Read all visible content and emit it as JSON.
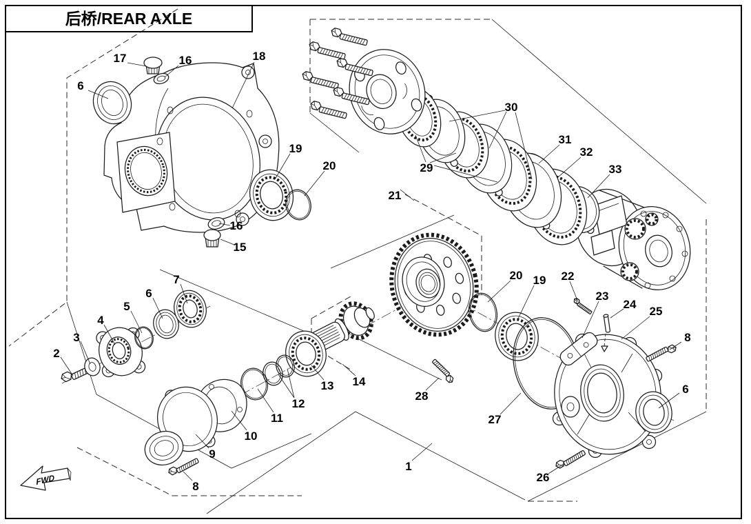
{
  "title": "后桥/REAR AXLE",
  "fwd_label": "FWD",
  "callouts": [
    {
      "num": "1"
    },
    {
      "num": "2"
    },
    {
      "num": "3"
    },
    {
      "num": "4"
    },
    {
      "num": "5"
    },
    {
      "num": "6"
    },
    {
      "num": "6"
    },
    {
      "num": "6"
    },
    {
      "num": "7"
    },
    {
      "num": "8"
    },
    {
      "num": "8"
    },
    {
      "num": "9"
    },
    {
      "num": "10"
    },
    {
      "num": "11"
    },
    {
      "num": "12"
    },
    {
      "num": "13"
    },
    {
      "num": "14"
    },
    {
      "num": "15"
    },
    {
      "num": "16"
    },
    {
      "num": "16"
    },
    {
      "num": "17"
    },
    {
      "num": "18"
    },
    {
      "num": "19"
    },
    {
      "num": "19"
    },
    {
      "num": "20"
    },
    {
      "num": "20"
    },
    {
      "num": "21"
    },
    {
      "num": "22"
    },
    {
      "num": "23"
    },
    {
      "num": "24"
    },
    {
      "num": "25"
    },
    {
      "num": "26"
    },
    {
      "num": "27"
    },
    {
      "num": "28"
    },
    {
      "num": "29"
    },
    {
      "num": "30"
    },
    {
      "num": "31"
    },
    {
      "num": "32"
    },
    {
      "num": "33"
    }
  ]
}
